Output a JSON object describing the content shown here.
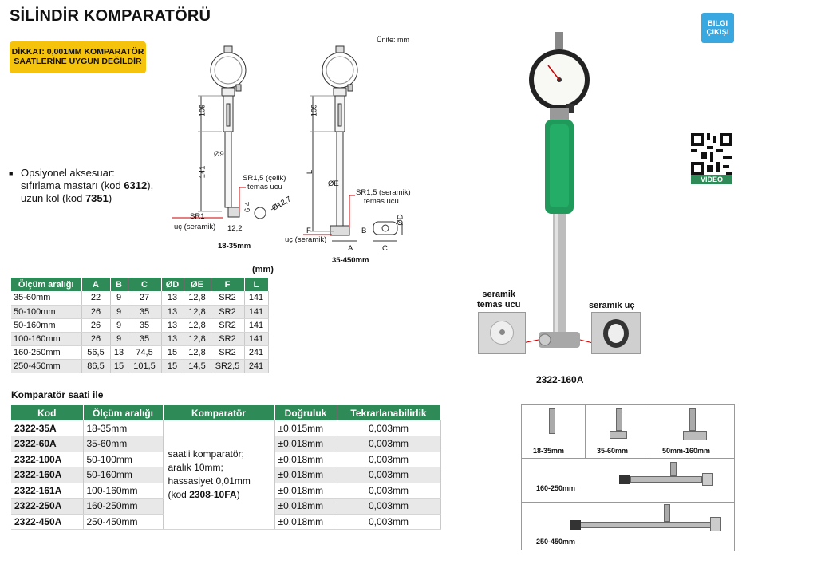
{
  "title": "SİLİNDİR KOMPARATÖRÜ",
  "warning": [
    "DİKKAT: 0,001MM KOMPARATÖR",
    "SAATLERİNE UYGUN DEĞİLDİR"
  ],
  "info_button": [
    "BILGI",
    "ÇIKIŞI"
  ],
  "unit_note": "Ünite: mm",
  "accessory": {
    "line1": "Opsiyonel aksesuar:",
    "line2_pre": "sıfırlama mastarı (kod ",
    "line2_code": "6312",
    "line2_post": "),",
    "line3_pre": "uzun kol (kod ",
    "line3_code": "7351",
    "line3_post": ")"
  },
  "drawing1": {
    "dim_109": "109",
    "dim_141": "141",
    "dia9": "Ø9",
    "sr15": "SR1,5 (çelik)",
    "temas": "temas ucu",
    "sr1": "SR1",
    "uc_seramik": "uç (seramik)",
    "d122": "12,2",
    "d64": "6,4",
    "dia127": "Ø12,7",
    "caption": "18-35mm"
  },
  "drawing2": {
    "dim_109": "109",
    "dim_L": "L",
    "diaE": "ØE",
    "sr15": "SR1,5 (seramik)",
    "temas": "temas ucu",
    "F": "F",
    "uc_seramik": "uç (seramik)",
    "A": "A",
    "B": "B",
    "C": "C",
    "diaD": "ØD",
    "caption": "35-450mm"
  },
  "table1": {
    "unit": "(mm)",
    "headers": [
      "Ölçüm aralığı",
      "A",
      "B",
      "C",
      "ØD",
      "ØE",
      "F",
      "L"
    ],
    "rows": [
      [
        "35-60mm",
        "22",
        "9",
        "27",
        "13",
        "12,8",
        "SR2",
        "141"
      ],
      [
        "50-100mm",
        "26",
        "9",
        "35",
        "13",
        "12,8",
        "SR2",
        "141"
      ],
      [
        "50-160mm",
        "26",
        "9",
        "35",
        "13",
        "12,8",
        "SR2",
        "141"
      ],
      [
        "100-160mm",
        "26",
        "9",
        "35",
        "13",
        "12,8",
        "SR2",
        "141"
      ],
      [
        "160-250mm",
        "56,5",
        "13",
        "74,5",
        "15",
        "12,8",
        "SR2",
        "241"
      ],
      [
        "250-450mm",
        "86,5",
        "15",
        "101,5",
        "15",
        "14,5",
        "SR2,5",
        "241"
      ]
    ]
  },
  "table2": {
    "title": "Komparatör saati ile",
    "headers": [
      "Kod",
      "Ölçüm aralığı",
      "Komparatör",
      "Doğruluk",
      "Tekrarlanabilirlik"
    ],
    "comparator": [
      "saatli komparatör;",
      "aralık 10mm;",
      "hassasiyet 0,01mm"
    ],
    "comparator_code_pre": "(kod ",
    "comparator_code": "2308-10FA",
    "comparator_code_post": ")",
    "rows": [
      [
        "2322-35A",
        "18-35mm",
        "±0,015mm",
        "0,003mm"
      ],
      [
        "2322-60A",
        "35-60mm",
        "±0,018mm",
        "0,003mm"
      ],
      [
        "2322-100A",
        "50-100mm",
        "±0,018mm",
        "0,003mm"
      ],
      [
        "2322-160A",
        "50-160mm",
        "±0,018mm",
        "0,003mm"
      ],
      [
        "2322-161A",
        "100-160mm",
        "±0,018mm",
        "0,003mm"
      ],
      [
        "2322-250A",
        "160-250mm",
        "±0,018mm",
        "0,003mm"
      ],
      [
        "2322-450A",
        "250-450mm",
        "±0,018mm",
        "0,003mm"
      ]
    ]
  },
  "photo": {
    "model": "2322-160A",
    "left_callout": [
      "seramik",
      "temas ucu"
    ],
    "right_callout": "seramik uç"
  },
  "grid": {
    "c1": "18-35mm",
    "c2": "35-60mm",
    "c3": "50mm-160mm",
    "r2": "160-250mm",
    "r3": "250-450mm"
  },
  "video_label": "VIDEO",
  "colors": {
    "header_green": "#2e8b57",
    "warning_yellow": "#f6c30c",
    "info_blue": "#3aa8e0",
    "handle_green": "#1f9a5a"
  }
}
